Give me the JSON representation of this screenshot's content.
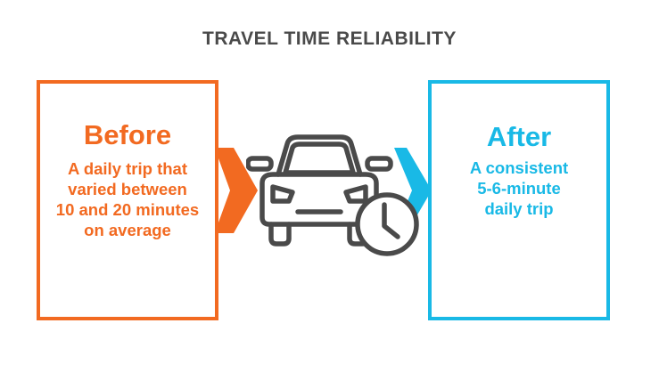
{
  "title": "TRAVEL TIME RELIABILITY",
  "before": {
    "heading": "Before",
    "line1": "A daily trip that",
    "line2": "varied between",
    "line3": "10 and 20 minutes",
    "line4": "on average"
  },
  "after": {
    "heading": "After",
    "line1": "A consistent",
    "line2": "5-6-minute",
    "line3": "daily trip"
  },
  "colors": {
    "before": "#f26a21",
    "after": "#19b9e6",
    "icon": "#4a4a4a",
    "title": "#4a4a4a"
  },
  "icons": {
    "center": "car-with-clock-icon",
    "left_arrow": "chevron-right-icon",
    "right_arrow": "chevron-right-icon"
  }
}
